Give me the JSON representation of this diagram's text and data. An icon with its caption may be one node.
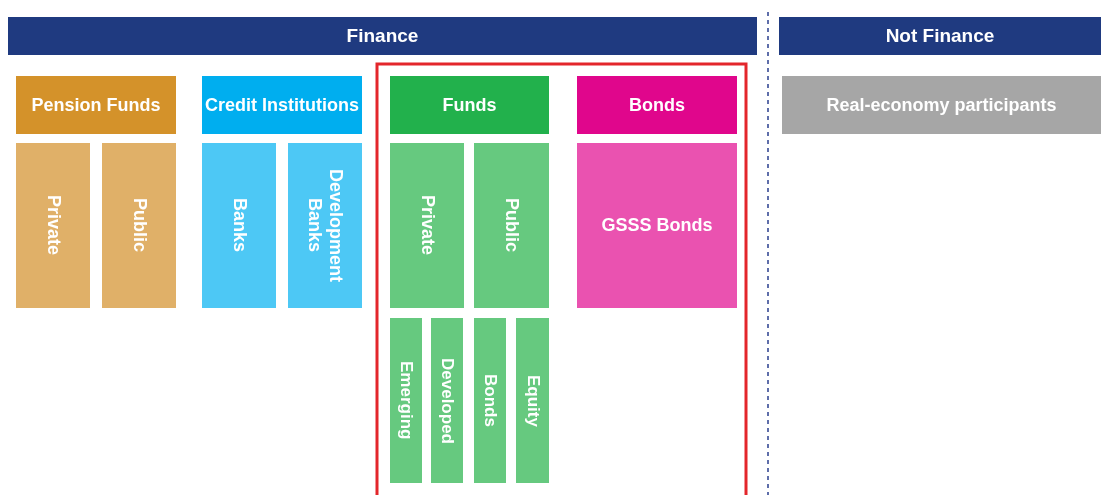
{
  "diagram": {
    "nodes": [
      {
        "text": [
          "Finance"
        ]
      },
      {
        "text": [
          "Not Finance"
        ]
      },
      {
        "text": [
          "Pension Funds"
        ]
      },
      {
        "text": [
          "Private"
        ]
      },
      {
        "text": [
          "Public"
        ]
      },
      {
        "text": [
          "Credit Institutions"
        ]
      },
      {
        "text": [
          "Banks"
        ]
      },
      {
        "text": [
          "Development Banks"
        ]
      },
      {
        "text": [
          "Funds"
        ]
      },
      {
        "text": [
          "Private"
        ]
      },
      {
        "text": [
          "Public"
        ]
      },
      {
        "text": [
          "Bonds"
        ]
      },
      {
        "text": [
          "GSSS Bonds"
        ]
      },
      {
        "text": [
          "Emerging"
        ]
      },
      {
        "text": [
          "Developed"
        ]
      },
      {
        "text": [
          "Bonds"
        ]
      },
      {
        "text": [
          "Equity"
        ]
      },
      {
        "text": [
          "Real-economy participants"
        ]
      }
    ]
  }
}
